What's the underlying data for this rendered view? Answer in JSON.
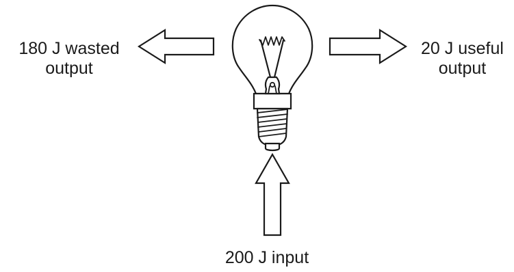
{
  "diagram": {
    "wasted_output": {
      "line1": "180 J wasted",
      "line2": "output"
    },
    "useful_output": {
      "line1": "20 J useful",
      "line2": "output"
    },
    "input": {
      "text": "200 J input"
    }
  },
  "icons": {
    "bulb": "light-bulb-icon",
    "arrow_left": "arrow-left-icon",
    "arrow_right": "arrow-right-icon",
    "arrow_up": "arrow-up-icon"
  },
  "colors": {
    "ink": "#1a1a1a",
    "background": "#ffffff"
  }
}
